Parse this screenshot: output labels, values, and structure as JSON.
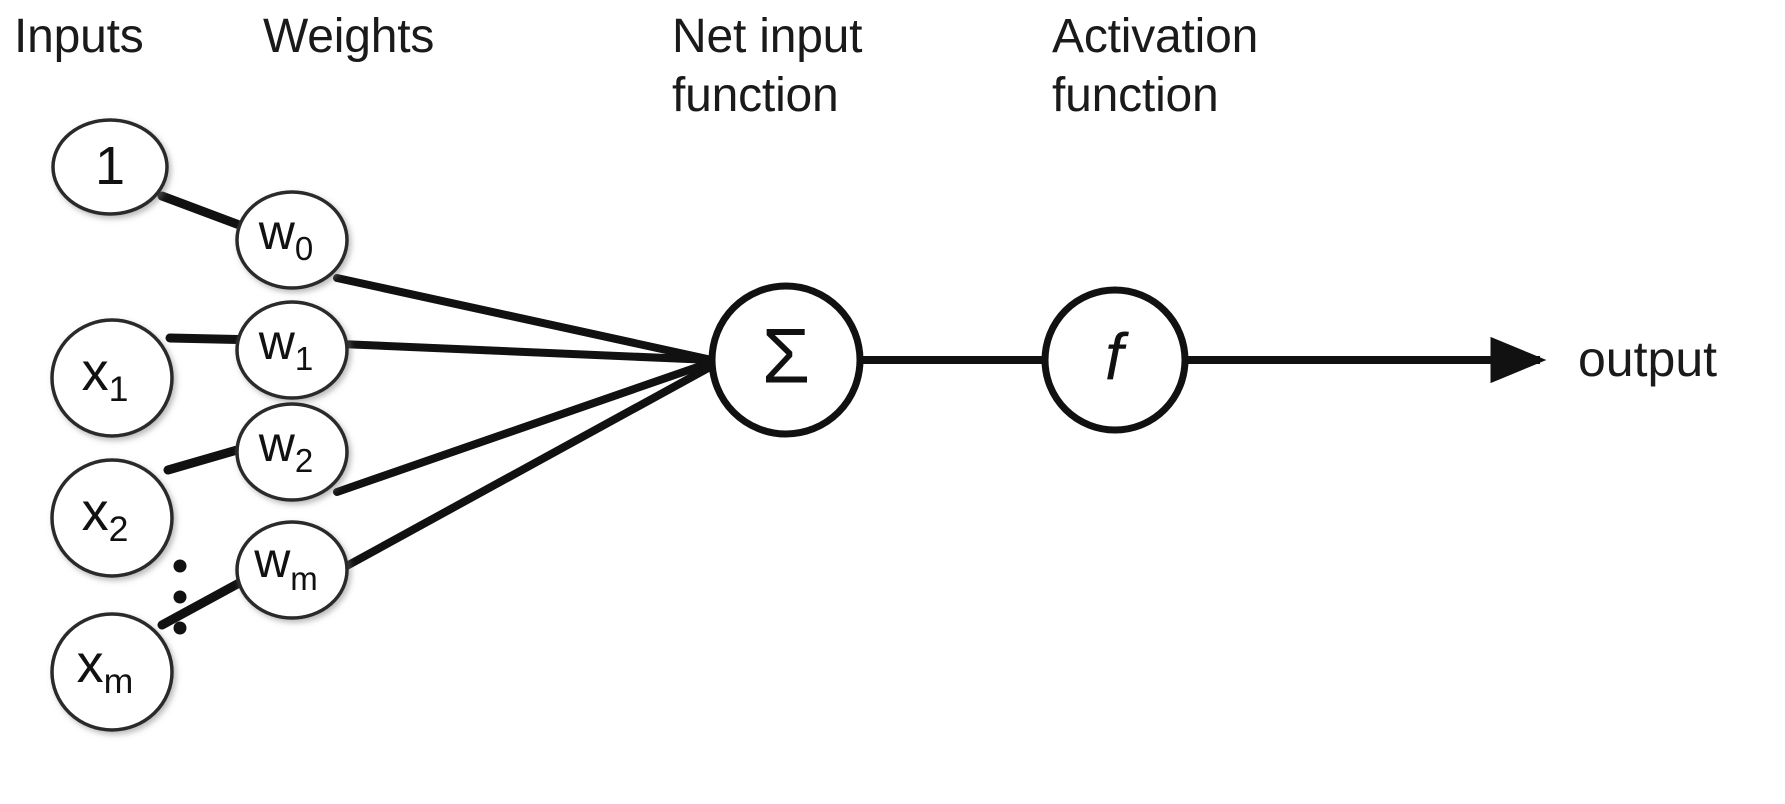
{
  "diagram": {
    "title": "Perceptron / artificial neuron schematic",
    "background_color": "#ffffff",
    "stroke_color": "#111111",
    "columns": [
      {
        "id": "inputs",
        "label": "Inputs"
      },
      {
        "id": "weights",
        "label": "Weights"
      },
      {
        "id": "net_input",
        "label": "Net input\nfunction"
      },
      {
        "id": "activation",
        "label": "Activation\nfunction"
      }
    ],
    "input_nodes": [
      {
        "id": "bias",
        "base": "1",
        "sub": ""
      },
      {
        "id": "x1",
        "base": "x",
        "sub": "1"
      },
      {
        "id": "x2",
        "base": "x",
        "sub": "2"
      },
      {
        "id": "xm",
        "base": "x",
        "sub": "m"
      }
    ],
    "weight_nodes": [
      {
        "id": "w0",
        "base": "w",
        "sub": "0"
      },
      {
        "id": "w1",
        "base": "w",
        "sub": "1"
      },
      {
        "id": "w2",
        "base": "w",
        "sub": "2"
      },
      {
        "id": "wm",
        "base": "w",
        "sub": "m"
      }
    ],
    "ellipsis": {
      "id": "vertical-ellipsis",
      "glyph": "⋮",
      "dot_count": 3
    },
    "sum_node": {
      "id": "sigma",
      "symbol": "Σ"
    },
    "activation_node": {
      "id": "f",
      "symbol": "f"
    },
    "output": {
      "id": "output",
      "label": "output"
    }
  }
}
